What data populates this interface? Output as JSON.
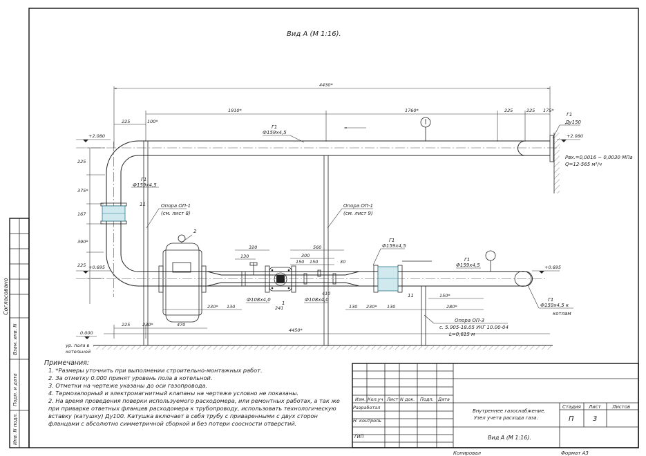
{
  "view_title": "Вид А (М 1:16).",
  "dims": {
    "overall_top": "4430*",
    "d1910": "1910*",
    "d1760": "1760*",
    "d225a": "225",
    "d100": "100*",
    "d225b": "225",
    "d225c": "225",
    "d175": "175*",
    "v225": "225",
    "v375": "375*",
    "v167": "167",
    "v390": "390*",
    "v225b": "225",
    "d320": "320",
    "d130a": "130",
    "d560": "560",
    "d300": "300",
    "d150a": "150",
    "d150b": "150",
    "d30": "30",
    "d410": "410",
    "d241": "241",
    "d230a": "230*",
    "d130b": "130",
    "d130c": "130",
    "d230b": "230*",
    "d130d": "130",
    "d150c": "150*",
    "d280": "280*",
    "d225d": "225",
    "d230c": "230*",
    "d470": "470",
    "overall_bottom": "4450*"
  },
  "levels": {
    "top_left": "+2.080",
    "top_right": "+2.080",
    "mid_left": "+0.695",
    "mid_right": "+0.695",
    "floor": "0.000",
    "floor_note_1": "ур. пола в",
    "floor_note_2": "котельной"
  },
  "labels": {
    "g1_top": "Г1",
    "pipe_top": "Ф159х4,5",
    "g1_riser": "Г1",
    "pipe_riser": "Ф159х4,5",
    "g1_inlet": "Г1",
    "du150": "Ду150",
    "pressure": "Рвх.=0,0016 ~ 0,0030 МПа",
    "flow": "Q=12-565 м³/ч",
    "support1_a": "Опора ОП-1",
    "support1_b": "(см. лист 8)",
    "support2_a": "Опора ОП-1",
    "support2_b": "(см. лист 9)",
    "num_11a": "11",
    "num_2": "2",
    "num_1": "1",
    "num_11b": "11",
    "pipe_108a": "Ф108х4,0",
    "pipe_108b": "Ф108х4,0",
    "g1_mid": "Г1",
    "pipe_mid": "Ф159х4,5",
    "g1_right": "Г1",
    "pipe_right": "Ф159х4,5",
    "g1_boiler": "Г1",
    "pipe_boiler_1": "Ф159х4,5 к",
    "pipe_boiler_2": "котлам",
    "support3_a": "Опора ОП-3",
    "support3_b": "с. 5.905-18.05 УКГ 10.00-04",
    "support3_c": "L=0,615 м"
  },
  "notes": {
    "heading": "Примечания:",
    "items": [
      "1.  *Размеры уточнить при выполнении строительно-монтажных работ.",
      "2.  За отметку 0.000 принят уровень пола в котельной.",
      "3.  Отметки на чертеже указаны до оси газопровода.",
      "4.  Термозапорный и электромагнитный клапаны на чертеже условно не показаны.",
      "2.  На время проведения поверки используемого расходомера, или ремонтных работах, а так же",
      "     при приварке ответных фланцев расходомера к трубопроводу, использовать технологическую",
      "     вставку (катушку) Ду100. Катушка включает в себя трубу с приваренными с двух сторон",
      "     фланцами с абсолютно симметричной сборкой и без потери соосности отверстий."
    ]
  },
  "side_stamp": {
    "agreed": "Согласовано",
    "inv_repl": "Взам. инв. N",
    "sign_date": "Подп. и дата",
    "inv_orig": "Инв. N подл."
  },
  "title_block": {
    "col_izm": "Изм.",
    "col_koluch": "Кол.уч",
    "col_list": "Лист",
    "col_ndok": "N док.",
    "col_podp": "Подп.",
    "col_data": "Дата",
    "row_razrab": "Разработал",
    "row_nkontrol": "Н. контроль",
    "row_gip": "ГИП",
    "desc_1": "Внутреннее газоснабжение.",
    "desc_2": "Узел учета расхода газа.",
    "sheet_view": "Вид А (М 1:16).",
    "h_stadia": "Стадия",
    "h_list": "Лист",
    "h_listov": "Листов",
    "v_stadia": "П",
    "v_list": "3",
    "copied": "Копировал",
    "format": "Формат А3"
  }
}
